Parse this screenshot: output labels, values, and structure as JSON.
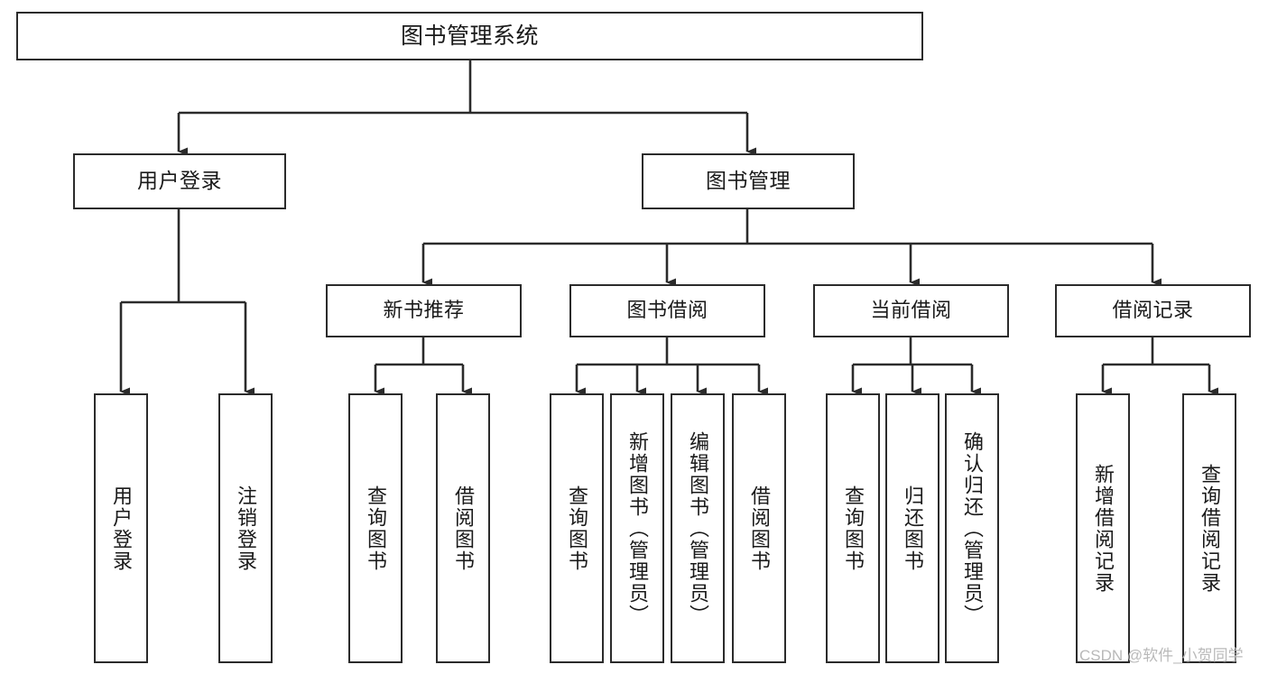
{
  "diagram": {
    "type": "tree-hierarchy",
    "title": "图书管理系统",
    "watermark": "CSDN @软件_小贺同学",
    "colors": {
      "box_border": "#2b2b2b",
      "box_fill": "#ffffff",
      "connector": "#2b2b2b",
      "text": "#1a1a1a",
      "watermark": "#b9b9b9",
      "background": "#ffffff"
    },
    "nodes": {
      "root": {
        "label": "图书管理系统"
      },
      "level2": [
        {
          "label": "用户登录"
        },
        {
          "label": "图书管理"
        }
      ],
      "level3": [
        {
          "label": "新书推荐"
        },
        {
          "label": "图书借阅"
        },
        {
          "label": "当前借阅"
        },
        {
          "label": "借阅记录"
        }
      ],
      "leaves": {
        "user_login": [
          {
            "label": "用户登录"
          },
          {
            "label": "注销登录"
          }
        ],
        "new_book_recommend": [
          {
            "label": "查询图书"
          },
          {
            "label": "借阅图书"
          }
        ],
        "book_borrow": [
          {
            "label": "查询图书"
          },
          {
            "label": "新增图书（管理员）"
          },
          {
            "label": "编辑图书（管理员）"
          },
          {
            "label": "借阅图书"
          }
        ],
        "current_borrow": [
          {
            "label": "查询图书"
          },
          {
            "label": "归还图书"
          },
          {
            "label": "确认归还（管理员）"
          }
        ],
        "borrow_record": [
          {
            "label": "新增借阅记录"
          },
          {
            "label": "查询借阅记录"
          }
        ]
      }
    }
  }
}
